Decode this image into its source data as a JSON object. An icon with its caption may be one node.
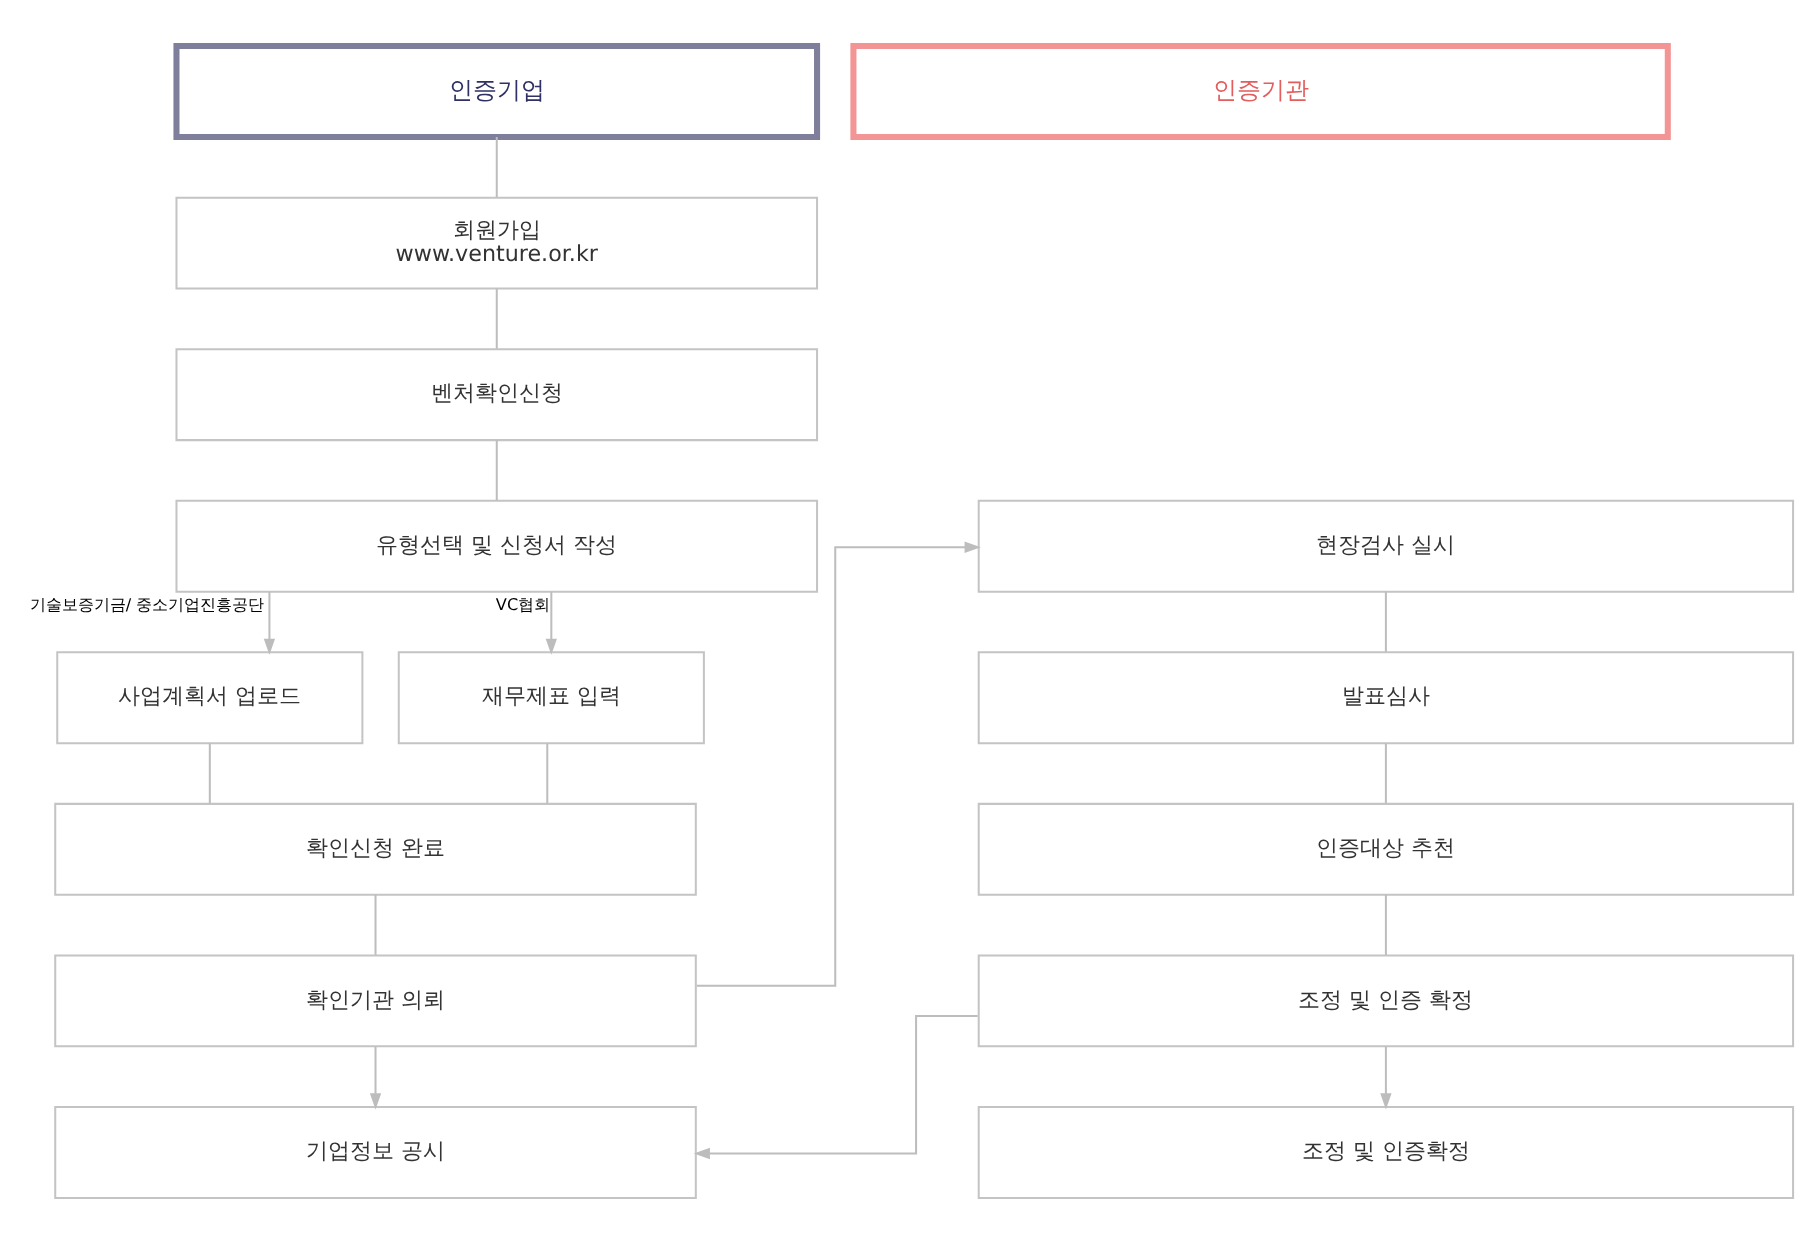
{
  "diagram": {
    "nodes": [
      {
        "text": [
          "인증기업"
        ]
      },
      {
        "text": [
          "회원가입",
          "www.venture.or.kr"
        ]
      },
      {
        "text": [
          "벤처확인신청"
        ]
      },
      {
        "text": [
          "유형선택 및 신청서 작성"
        ]
      },
      {
        "text": [
          "사업계획서 업로드"
        ]
      },
      {
        "text": [
          "재무제표 입력"
        ]
      },
      {
        "text": [
          "확인신청 완료"
        ]
      },
      {
        "text": [
          "확인기관 의뢰"
        ]
      },
      {
        "text": [
          "기업정보 공시"
        ]
      },
      {
        "text": [
          "인증기관"
        ]
      },
      {
        "text": [
          "현장검사 실시"
        ]
      },
      {
        "text": [
          "발표심사"
        ]
      },
      {
        "text": [
          "인증대상 추천"
        ]
      },
      {
        "text": [
          "조정 및 인증 확정"
        ]
      },
      {
        "text": [
          "조정 및 인증확정"
        ]
      }
    ],
    "edges": [
      {
        "from": 0,
        "to": 1,
        "arrow": "none"
      },
      {
        "from": 1,
        "to": 2,
        "arrow": "none"
      },
      {
        "from": 2,
        "to": 3,
        "arrow": "none"
      },
      {
        "from": 3,
        "to": 4,
        "arrow": "to",
        "label": "기술보증기금/ 중소기업진흥공단"
      },
      {
        "from": 3,
        "to": 5,
        "arrow": "to",
        "label": "VC협회"
      },
      {
        "from": 4,
        "to": 6,
        "arrow": "none"
      },
      {
        "from": 5,
        "to": 6,
        "arrow": "none"
      },
      {
        "from": 6,
        "to": 7,
        "arrow": "none"
      },
      {
        "from": 7,
        "to": 8,
        "arrow": "to"
      },
      {
        "from": 7,
        "to": 10,
        "arrow": "to"
      },
      {
        "from": 10,
        "to": 11,
        "arrow": "none"
      },
      {
        "from": 11,
        "to": 12,
        "arrow": "none"
      },
      {
        "from": 12,
        "to": 13,
        "arrow": "none"
      },
      {
        "from": 13,
        "to": 14,
        "arrow": "to"
      },
      {
        "from": 13,
        "to": 8,
        "arrow": "to"
      }
    ]
  }
}
